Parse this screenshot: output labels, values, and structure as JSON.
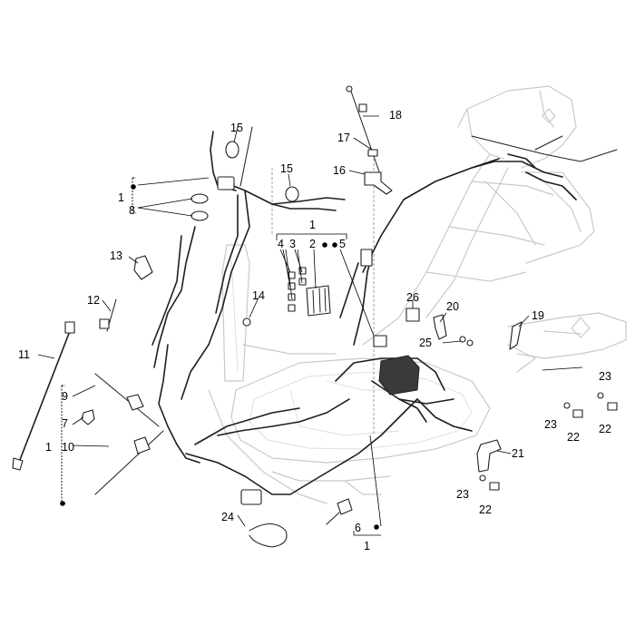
{
  "diagram": {
    "callouts": {
      "c1_top": "1",
      "c1_left": "1",
      "c1_bottom_left": "1",
      "c1_bottom": "1",
      "c2": "2",
      "c3": "3",
      "c4": "4",
      "c5": "5",
      "c6": "6",
      "c7": "7",
      "c8": "8",
      "c9": "9",
      "c10": "10",
      "c11": "11",
      "c12": "12",
      "c13": "13",
      "c14": "14",
      "c15_a": "15",
      "c15_b": "15",
      "c16": "16",
      "c17": "17",
      "c18": "18",
      "c19": "19",
      "c20": "20",
      "c21": "21",
      "c22_a": "22",
      "c22_b": "22",
      "c22_c": "22",
      "c23_a": "23",
      "c23_b": "23",
      "c23_c": "23",
      "c24": "24",
      "c25": "25",
      "c26": "26"
    }
  }
}
